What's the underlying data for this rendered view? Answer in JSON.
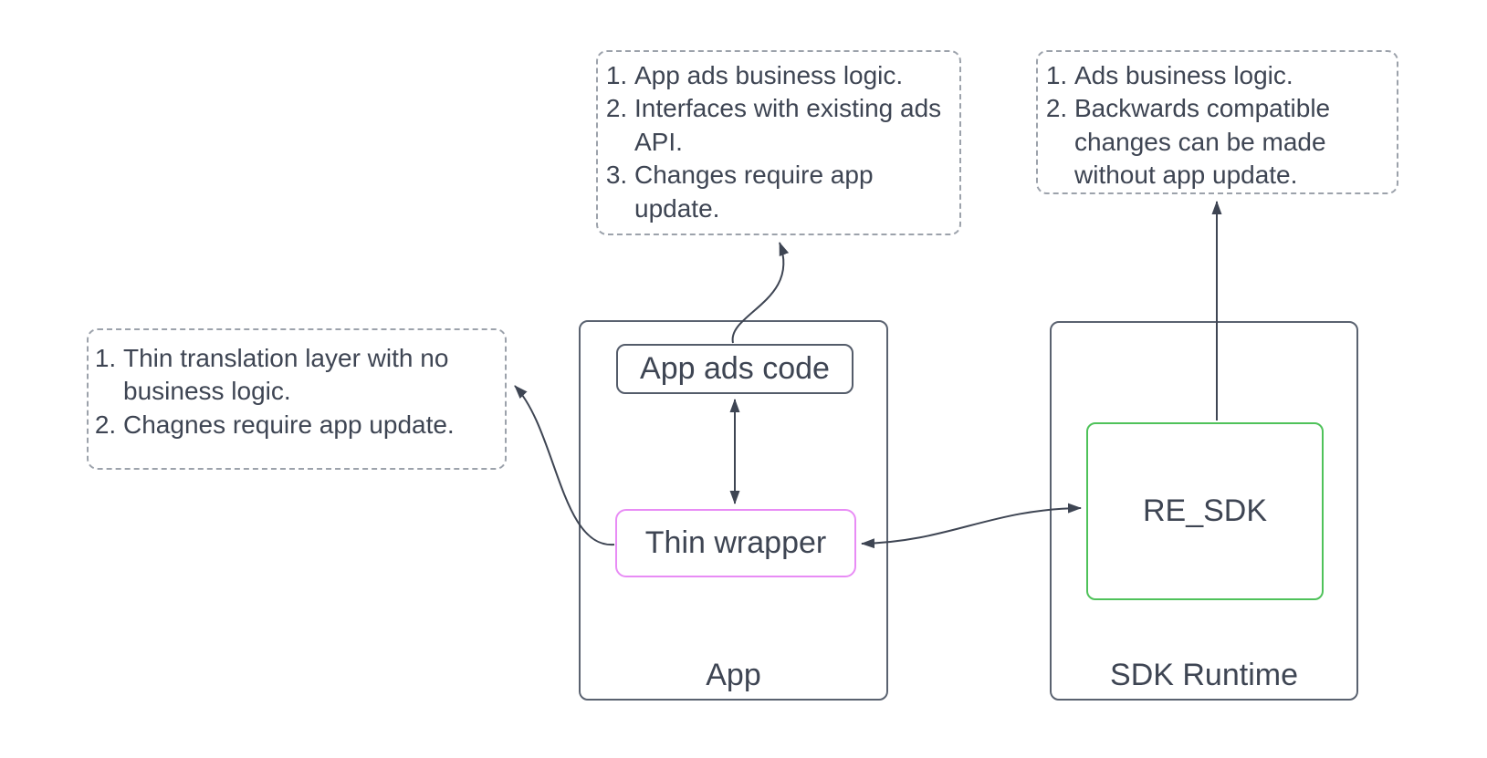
{
  "colors": {
    "ink": "#3E4553",
    "container_border": "#5A6270",
    "node_border": "#545C6A",
    "note_border": "#9CA2AB",
    "pink": "#E88CF5",
    "green": "#4FC25A",
    "bg": "#FFFFFF"
  },
  "notes": {
    "left": {
      "items": [
        "Thin translation layer with no business logic.",
        "Chagnes require app update."
      ]
    },
    "top_middle": {
      "items": [
        "App ads business logic.",
        "Interfaces with existing ads API.",
        "Changes require app update."
      ]
    },
    "top_right": {
      "items": [
        "Ads business logic.",
        "Backwards compatible changes can be made without app update."
      ]
    }
  },
  "containers": {
    "app": {
      "label": "App"
    },
    "sdk_runtime": {
      "label": "SDK Runtime"
    }
  },
  "nodes": {
    "app_ads_code": {
      "label": "App ads code"
    },
    "thin_wrapper": {
      "label": "Thin wrapper"
    },
    "re_sdk": {
      "label": "RE_SDK"
    }
  },
  "edges": [
    {
      "from": "app-ads-code",
      "to": "note-top-middle",
      "arrows": "end"
    },
    {
      "from": "app-ads-code",
      "to": "thin-wrapper",
      "arrows": "both"
    },
    {
      "from": "thin-wrapper",
      "to": "note-left",
      "arrows": "end"
    },
    {
      "from": "thin-wrapper",
      "to": "re-sdk",
      "arrows": "both"
    },
    {
      "from": "re-sdk",
      "to": "note-top-right",
      "arrows": "end"
    }
  ]
}
